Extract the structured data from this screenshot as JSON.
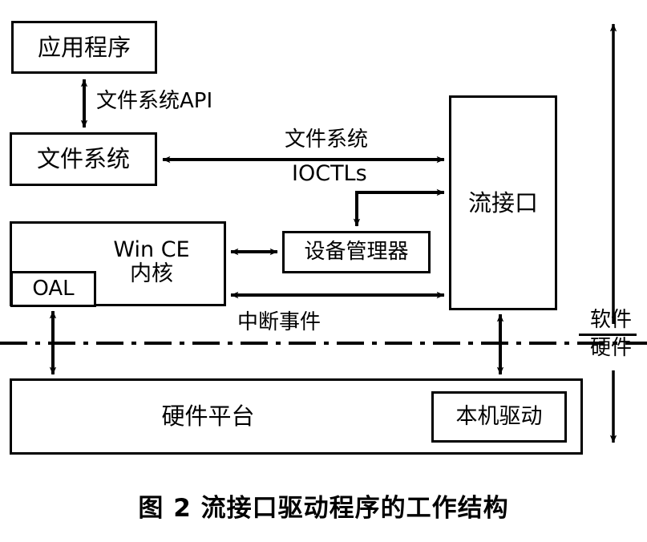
{
  "figure": {
    "caption": "图 2   流接口驱动程序的工作结构",
    "background_color": "#ffffff",
    "line_color": "#000000"
  },
  "nodes": {
    "application": {
      "label": "应用程序"
    },
    "file_system": {
      "label": "文件系统"
    },
    "kernel": {
      "label": "Win CE\n内核"
    },
    "oal": {
      "label": "OAL"
    },
    "device_manager": {
      "label": "设备管理器"
    },
    "stream_interface": {
      "label": "流接口"
    },
    "hardware_platform": {
      "label": "硬件平台"
    },
    "native_driver": {
      "label": "本机驱动"
    }
  },
  "edge_labels": {
    "file_system_api": "文件系统API",
    "file_system": "文件系统",
    "ioctls": "IOCTLs",
    "interrupt_events": "中断事件"
  },
  "side_legend": {
    "software": "软件",
    "hardware": "硬件"
  }
}
